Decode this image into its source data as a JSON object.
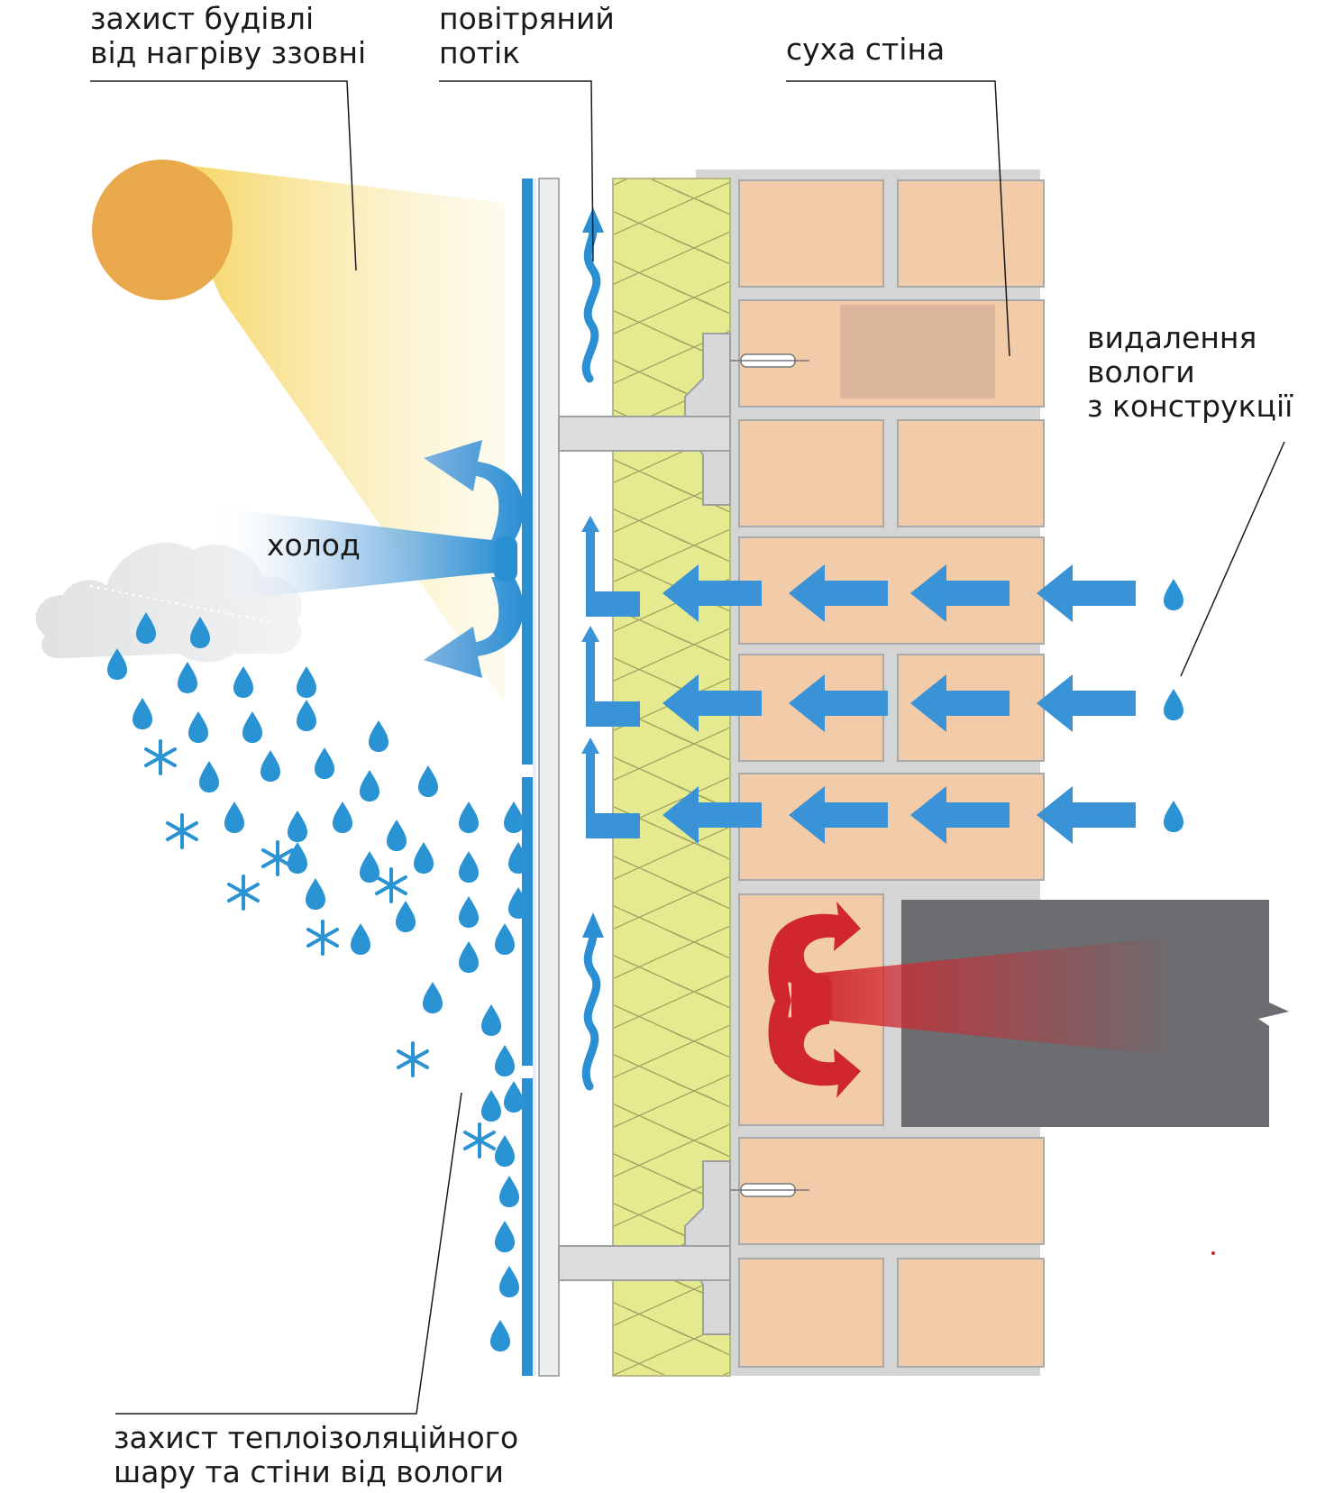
{
  "labels": {
    "sun_protection": [
      "захист будівлі",
      "від нагріву ззовні"
    ],
    "air_flow": [
      "повітряний",
      "потік"
    ],
    "dry_wall": [
      "суха стіна"
    ],
    "moisture_removal": [
      "видалення",
      "вологи",
      "з конструкції"
    ],
    "cold": [
      "холод"
    ],
    "insulation_protection": [
      "захист теплоізоляційного",
      "шару та стіни від вологи"
    ]
  },
  "colors": {
    "sun": "#e9a84a",
    "sun_beam": "#f7df6f",
    "cold_arrow": "#2b8fd4",
    "moisture_arrow": "#3a93d6",
    "rain": "#2a93d3",
    "brick": "#f2cba8",
    "mortar": "#d5d5d5",
    "insulation": "#e6ea8f",
    "heat_arrow": "#d0272e",
    "floor_slab": "#6b6d70",
    "cloud": "#e1e3e5"
  },
  "icons": [
    "sun-icon",
    "cloud-icon",
    "raindrop-icon",
    "snowflake-icon",
    "anchor-dowel-icon",
    "arrow-icon"
  ]
}
